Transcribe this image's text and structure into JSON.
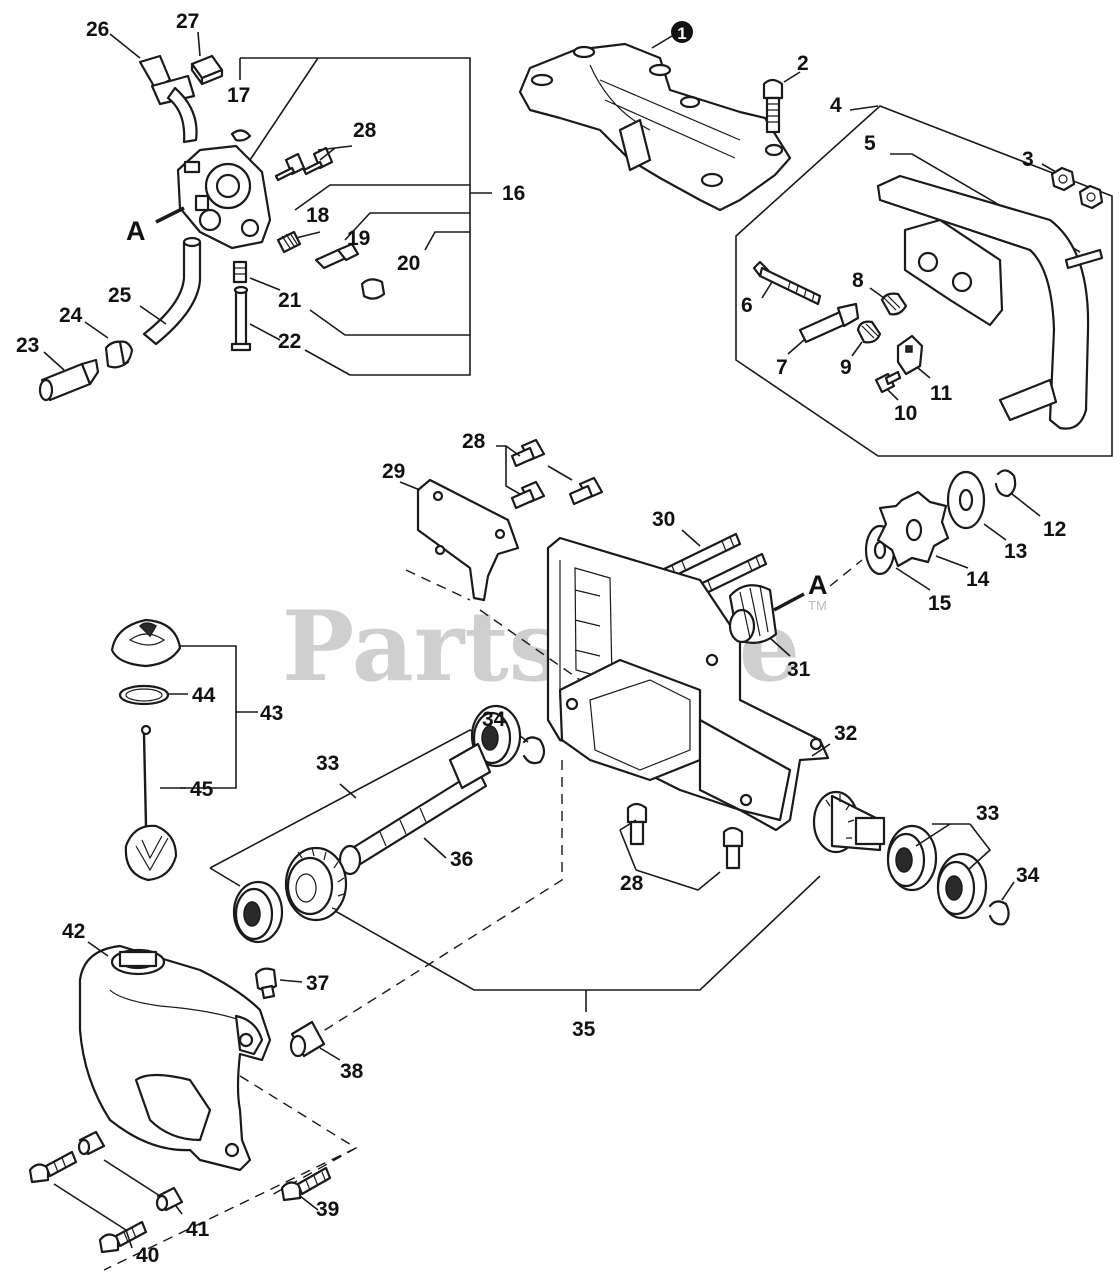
{
  "watermark": {
    "text": "PartsTree",
    "tm": "TM"
  },
  "letters": {
    "a_upper": "A",
    "a_lower": "A"
  },
  "circled": {
    "part1": "1"
  },
  "labels": {
    "p2": "2",
    "p3": "3",
    "p4": "4",
    "p5": "5",
    "p6": "6",
    "p7": "7",
    "p8": "8",
    "p9": "9",
    "p10": "10",
    "p11": "11",
    "p12": "12",
    "p13": "13",
    "p14": "14",
    "p15": "15",
    "p16": "16",
    "p17": "17",
    "p18": "18",
    "p19": "19",
    "p20": "20",
    "p21": "21",
    "p22": "22",
    "p23": "23",
    "p24": "24",
    "p25": "25",
    "p26": "26",
    "p27": "27",
    "p28a": "28",
    "p28b": "28",
    "p28c": "28",
    "p29": "29",
    "p30": "30",
    "p31": "31",
    "p32": "32",
    "p33a": "33",
    "p33b": "33",
    "p34a": "34",
    "p34b": "34",
    "p35": "35",
    "p36": "36",
    "p37": "37",
    "p38": "38",
    "p39": "39",
    "p40": "40",
    "p41": "41",
    "p42": "42",
    "p43": "43",
    "p44": "44",
    "p45": "45"
  }
}
